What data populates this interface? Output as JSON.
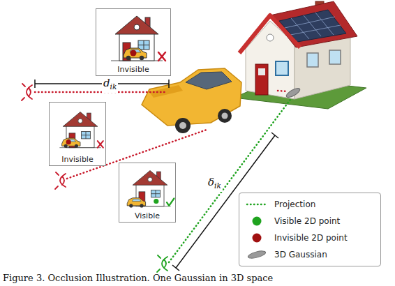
{
  "diagram": {
    "caption": "Figure 3. Occlusion Illustration. One Gaussian in 3D space",
    "nodes": [
      {
        "text": [
          "Invisible"
        ]
      },
      {
        "text": [
          "Invisible"
        ]
      },
      {
        "text": [
          "Visible"
        ]
      }
    ],
    "labels": [
      "dik",
      "δik"
    ],
    "legend": [
      {
        "text": "Projection"
      },
      {
        "text": "Visible 2D point",
        "color": "#1fa31f"
      },
      {
        "text": "Invisible 2D point",
        "color": "#a01010"
      },
      {
        "text": "3D Gaussian"
      }
    ]
  }
}
